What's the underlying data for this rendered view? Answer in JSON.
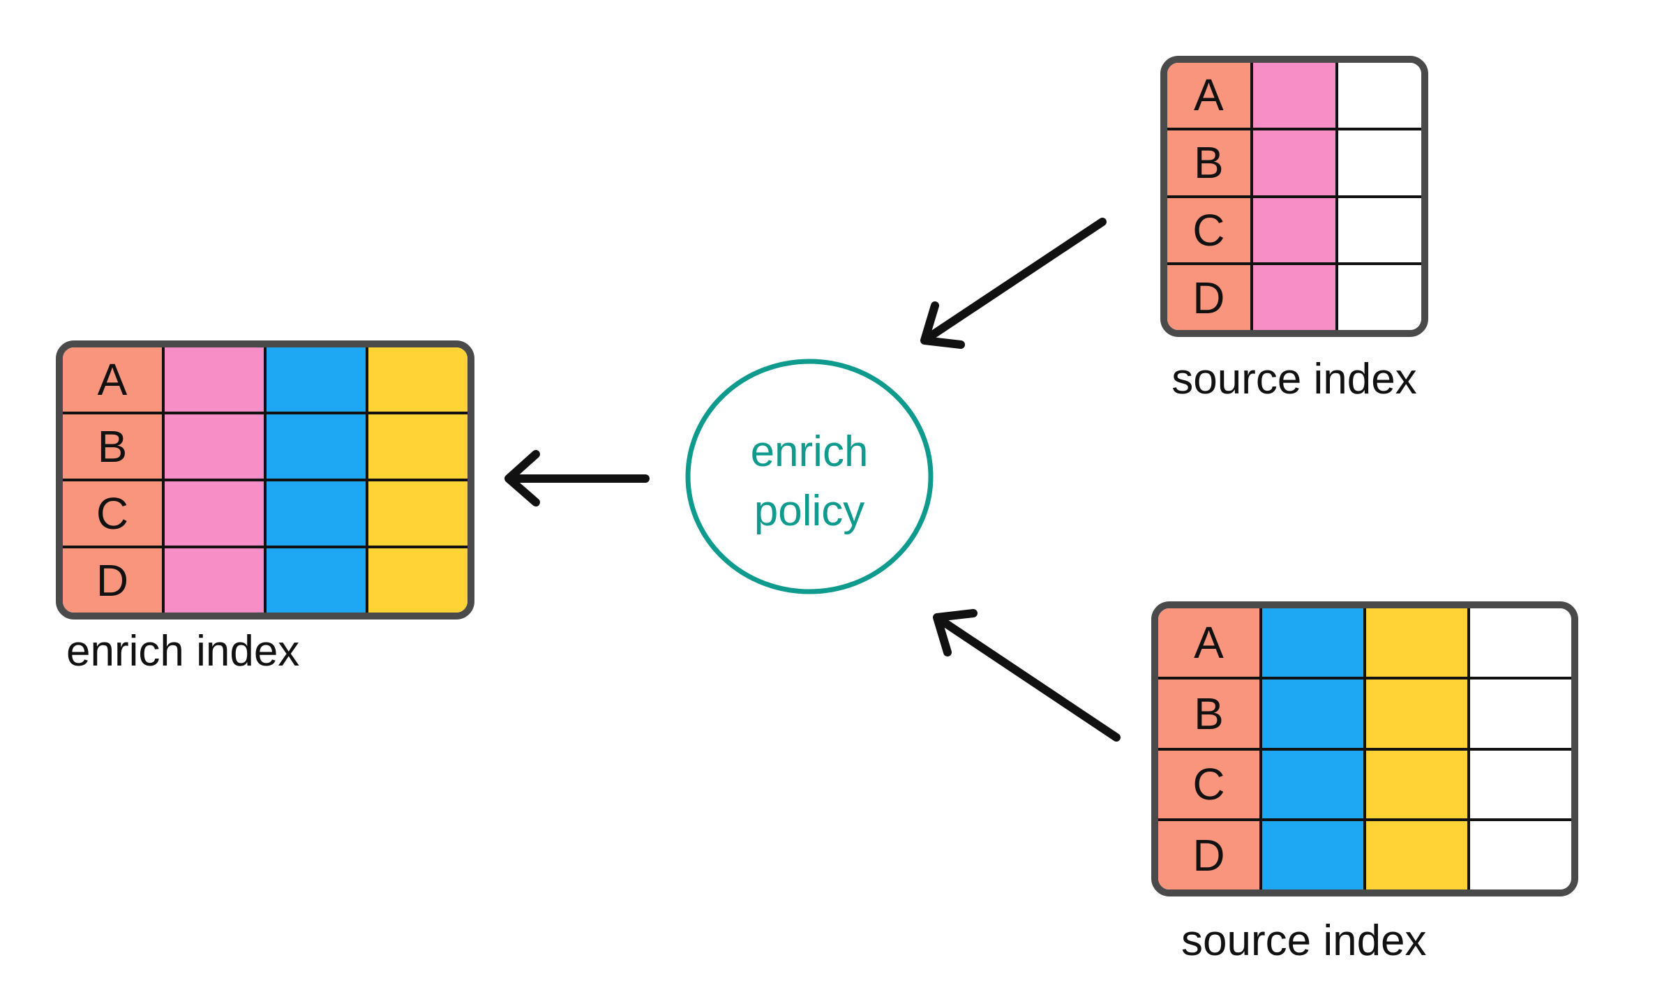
{
  "colors": {
    "salmon": "#F9947D",
    "pink": "#F78FC6",
    "blue": "#1EA7F2",
    "yellow": "#FFD335",
    "white_cell": "#FFFFFF",
    "table_border": "#4A4A4A",
    "grid_line": "#111111",
    "arrow": "#111111",
    "teal": "#0E9B8D",
    "text": "#111111"
  },
  "enrich_policy": {
    "line1": "enrich",
    "line2": "policy"
  },
  "tables": {
    "enrich": {
      "label": "enrich index",
      "row_keys": [
        "A",
        "B",
        "C",
        "D"
      ],
      "columns": [
        "salmon",
        "pink",
        "blue",
        "yellow"
      ]
    },
    "source_top": {
      "label": "source index",
      "row_keys": [
        "A",
        "B",
        "C",
        "D"
      ],
      "columns": [
        "salmon",
        "pink",
        "white_cell"
      ]
    },
    "source_bottom": {
      "label": "source index",
      "row_keys": [
        "A",
        "B",
        "C",
        "D"
      ],
      "columns": [
        "salmon",
        "blue",
        "yellow",
        "white_cell"
      ]
    }
  }
}
